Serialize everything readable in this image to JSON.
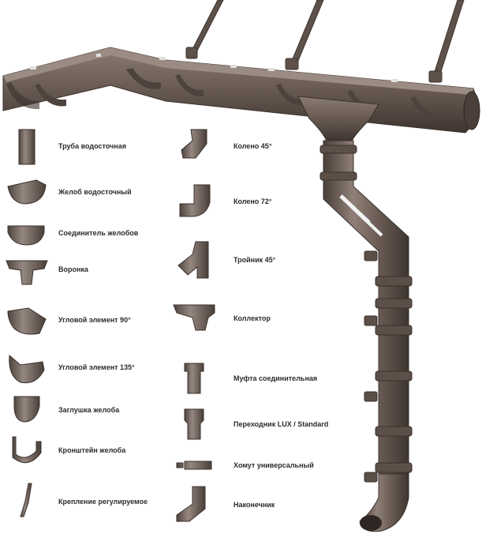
{
  "colors": {
    "plastic": "#6b5d55",
    "plastic_dark": "#4a3f39",
    "plastic_light": "#8f8078",
    "inner": "#3a302b",
    "text": "#2b2b2b",
    "background": "#ffffff",
    "crepe_white": "#e8e8e8",
    "crepe_grey": "#b9b9b9"
  },
  "components": {
    "left": [
      {
        "label": "Труба водосточная",
        "icon": "downpipe-icon"
      },
      {
        "label": "Желоб водосточный",
        "icon": "gutter-icon"
      },
      {
        "label": "Соединитель желобов",
        "icon": "gutter-connector-icon"
      },
      {
        "label": "Воронка",
        "icon": "funnel-icon"
      },
      {
        "label": "Угловой элемент 90°",
        "icon": "corner-90-icon"
      },
      {
        "label": "Угловой элемент 135°",
        "icon": "corner-135-icon"
      },
      {
        "label": "Заглушка желоба",
        "icon": "gutter-end-cap-icon"
      },
      {
        "label": "Кронштейн желоба",
        "icon": "gutter-bracket-icon"
      },
      {
        "label": "Крепление регулируемое",
        "icon": "adjustable-mount-icon"
      }
    ],
    "right": [
      {
        "label": "Колено 45°",
        "icon": "elbow-45-icon"
      },
      {
        "label": "Колено 72°",
        "icon": "elbow-72-icon"
      },
      {
        "label": "Тройник 45°",
        "icon": "tee-45-icon"
      },
      {
        "label": "Коллектор",
        "icon": "collector-icon"
      },
      {
        "label": "Муфта соединительная",
        "icon": "coupling-icon"
      },
      {
        "label": "Переходник LUX / Standard",
        "icon": "adapter-icon"
      },
      {
        "label": "Хомут универсальный",
        "icon": "pipe-clamp-icon"
      },
      {
        "label": "Наконечник",
        "icon": "outlet-elbow-icon"
      }
    ]
  }
}
